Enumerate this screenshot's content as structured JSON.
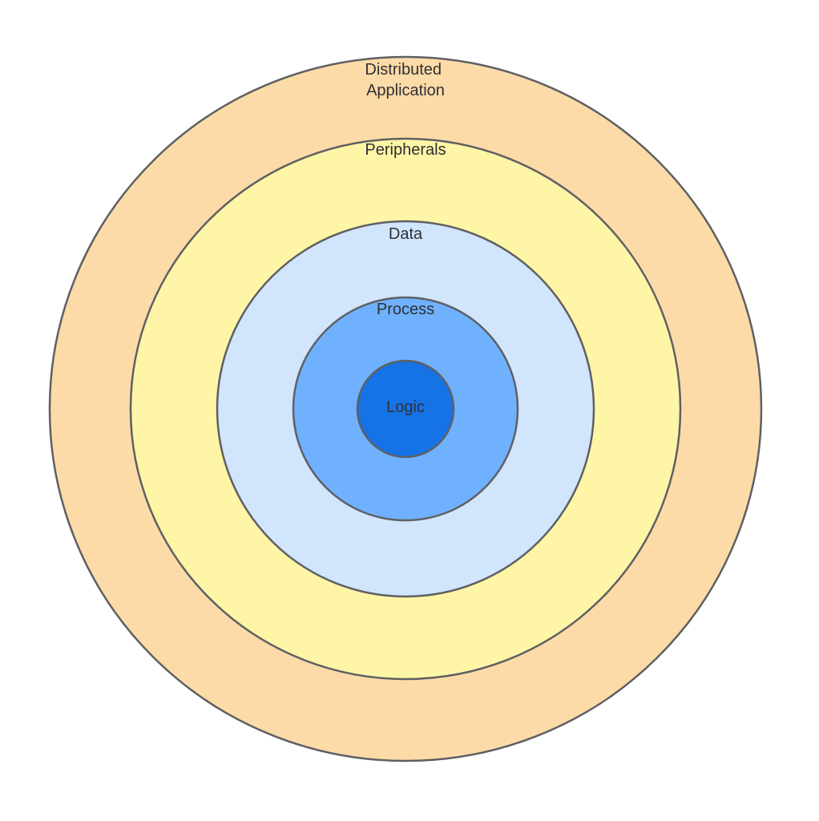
{
  "diagram": {
    "layers": [
      {
        "id": "distributed-application",
        "line1": "Distributed",
        "line2": "Application",
        "fill": "#fddba8"
      },
      {
        "id": "peripherals",
        "line1": "Peripherals",
        "fill": "#fff5a6"
      },
      {
        "id": "data",
        "line1": "Data",
        "fill": "#d1e5fd"
      },
      {
        "id": "process",
        "line1": "Process",
        "fill": "#6fb1ff"
      },
      {
        "id": "logic",
        "line1": "Logic",
        "fill": "#1673e6"
      }
    ],
    "outline_color": "#5f6063"
  }
}
